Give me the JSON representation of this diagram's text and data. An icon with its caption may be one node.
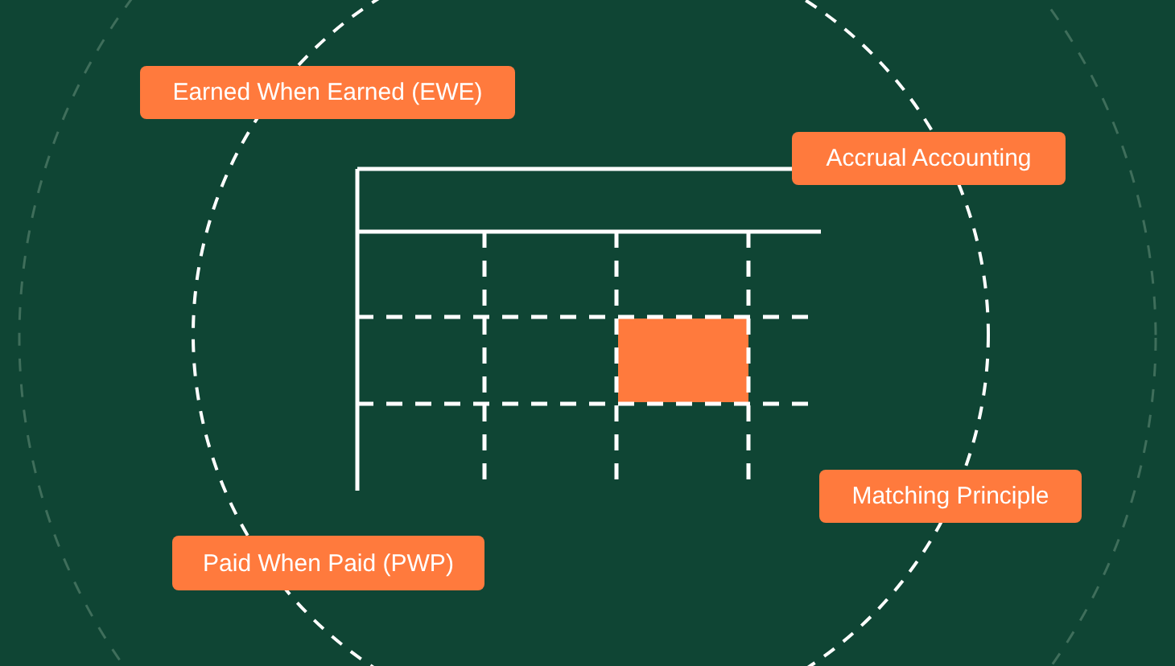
{
  "diagram": {
    "nodes": [
      {
        "text": [
          "Earned When Earned (EWE)"
        ]
      },
      {
        "text": [
          "Accrual Accounting"
        ]
      },
      {
        "text": [
          "Matching Principle"
        ]
      },
      {
        "text": [
          "Paid When Paid (PWP)"
        ]
      }
    ]
  }
}
